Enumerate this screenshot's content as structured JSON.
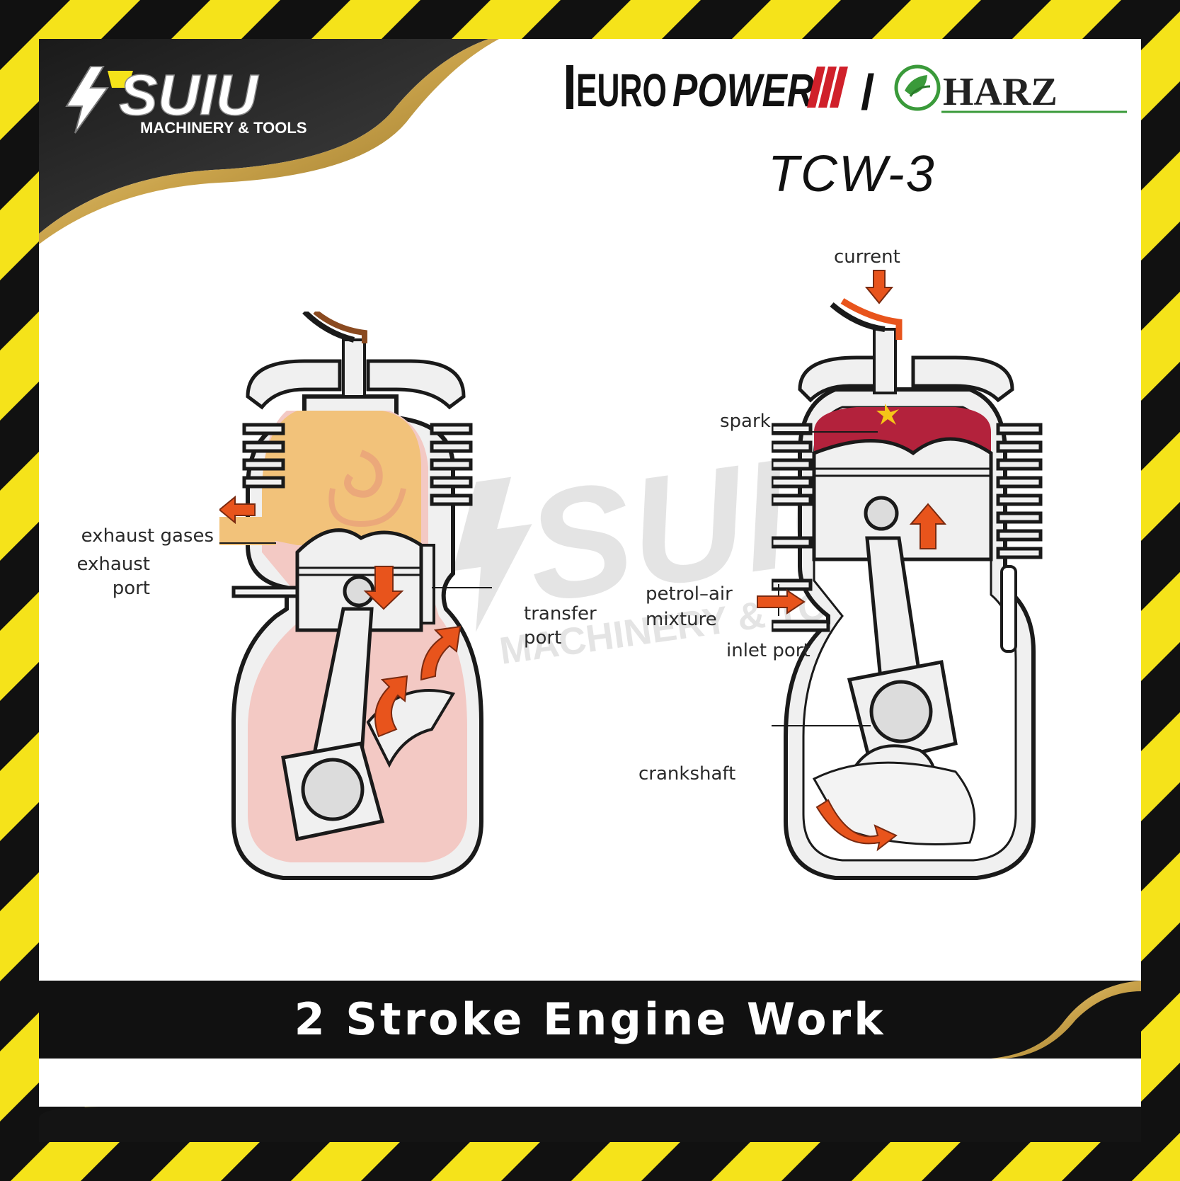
{
  "brand": {
    "logo_left": "SUIU",
    "logo_left_sub": "MACHINERY & TOOLS",
    "logo_euro": "EURO",
    "logo_power": "POWER",
    "logo_harz": "HARZ",
    "separator": "/"
  },
  "model": "TCW-3",
  "watermark": {
    "main": "SUIU",
    "sub": "MACHINERY & TOOLS"
  },
  "labels": {
    "exhaust_gases": "exhaust gases",
    "exhaust_port_1": "exhaust",
    "exhaust_port_2": "port",
    "transfer_port_1": "transfer",
    "transfer_port_2": "port",
    "current": "current",
    "spark": "spark",
    "petrol_air_1": "petrol–air",
    "petrol_air_2": "mixture",
    "inlet_port": "inlet port",
    "crankshaft": "crankshaft"
  },
  "caption": "2 Stroke Engine Work",
  "colors": {
    "hazard_yellow": "#f5e31a",
    "hazard_black": "#111111",
    "gold": "#c9a24a",
    "exhaust_orange": "#f2c27a",
    "crankcase_pink": "#f3c9c4",
    "combustion_red": "#b3223c",
    "arrow_orange": "#e8541c",
    "europower_red": "#d0202a",
    "harz_green": "#3a9a3a"
  }
}
